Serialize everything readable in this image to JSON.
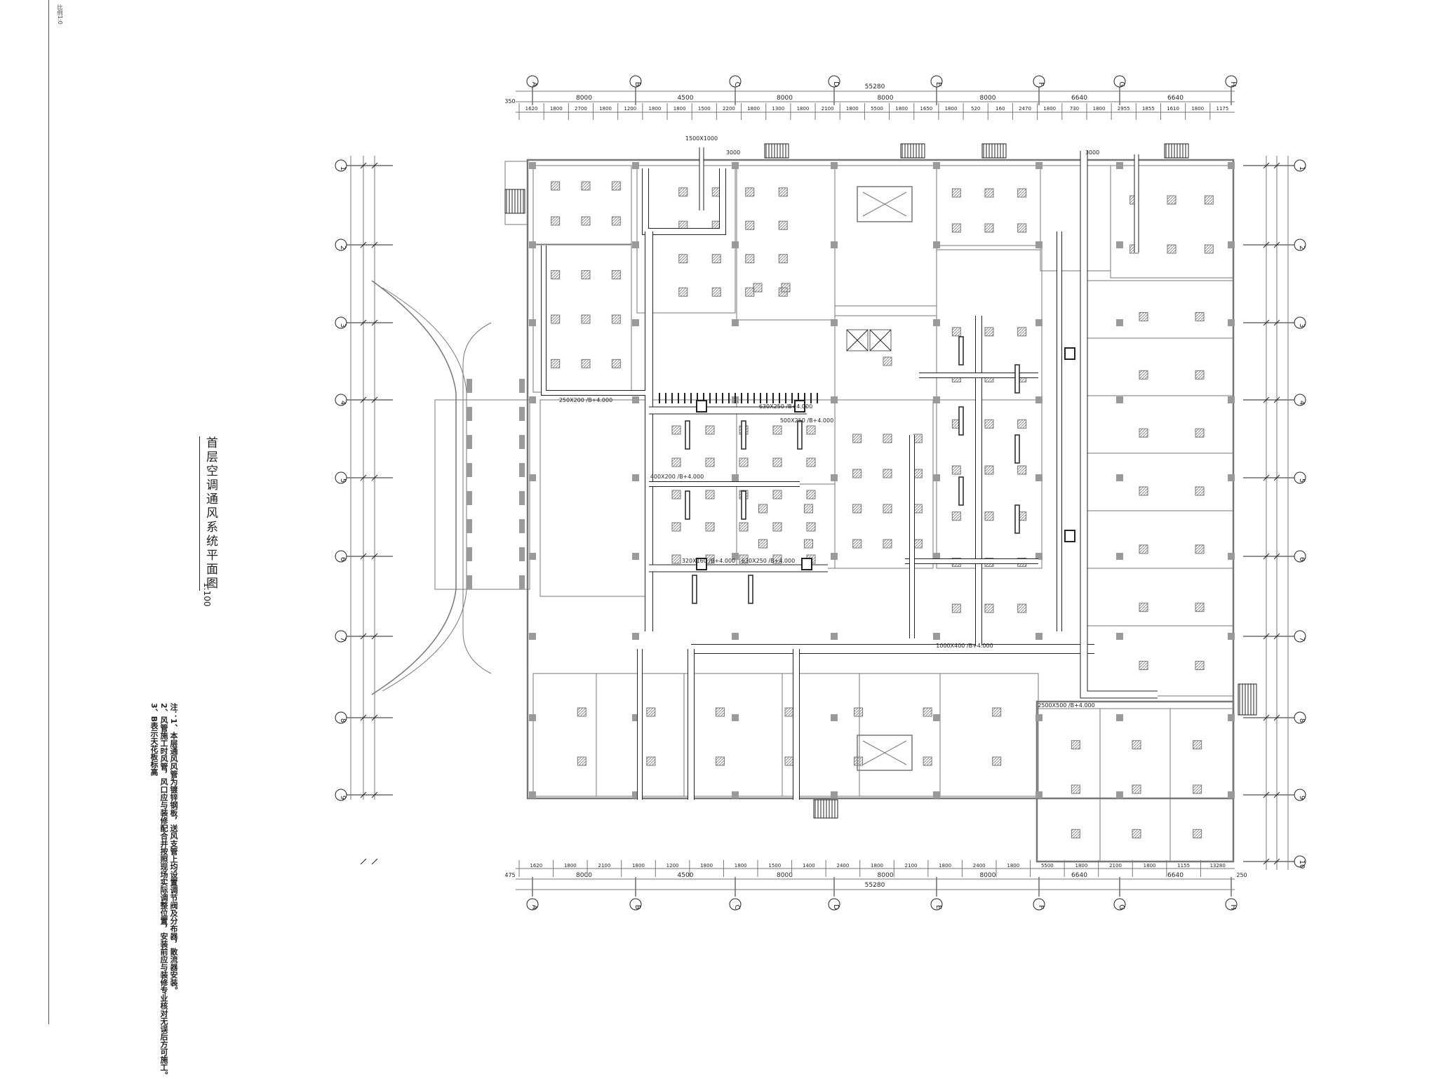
{
  "sheet": {
    "corner_label": "比例1:0",
    "title": "首层空调通风系统平面图",
    "scale": "1:100",
    "notes": [
      "注：1、本层通风风管为镀锌钢板，送风支管上均设置调节阀及分布器，散流器安装。",
      "2、风管施工时风管，风口应与装修配合并按照现场实际调整位置，安装前应与装修专业核对无误后方可施工。",
      "3、B表示天花板标高"
    ]
  },
  "axes": {
    "columns": [
      "A",
      "B",
      "C",
      "D",
      "E",
      "F",
      "G",
      "H"
    ],
    "rows": [
      "1",
      "2",
      "3",
      "4",
      "5",
      "6",
      "7",
      "8",
      "9",
      "10"
    ]
  },
  "dimensions": {
    "top_total": "55280",
    "top_edge_left": "350",
    "top_spans": [
      "8000",
      "4500",
      "8000",
      "8000",
      "8000",
      "6640",
      "6640"
    ],
    "top_details": [
      "1620",
      "1800",
      "2700",
      "1800",
      "1200",
      "1800",
      "1800",
      "1500",
      "2200",
      "1800",
      "1300",
      "1800",
      "2100",
      "1800",
      "5500",
      "1800",
      "1650",
      "1800",
      "520",
      "160",
      "2470",
      "1800",
      "730",
      "1800",
      "2955",
      "1855",
      "1610",
      "1800",
      "1175"
    ],
    "bottom_total": "55280",
    "bottom_edge_left": "475",
    "bottom_edge_right": "250",
    "bottom_spans": [
      "8000",
      "4500",
      "8000",
      "8000",
      "8000",
      "6640",
      "6640"
    ],
    "bottom_details": [
      "1620",
      "1800",
      "2100",
      "1800",
      "1200",
      "1800",
      "1800",
      "1500",
      "1400",
      "2400",
      "1800",
      "2100",
      "1800",
      "2400",
      "1800",
      "5500",
      "1800",
      "2100",
      "1800",
      "1155",
      "13280"
    ]
  },
  "duct_labels": [
    "1500X1000",
    "630X250 /B+4.000",
    "500X250 /B+4.000",
    "320X160 /B+4.000",
    "400X200 /B+4.000",
    "250X200 /B+4.000",
    "630X250 /B+4.000",
    "1000X400 /B+4.000",
    "2500X500 /B+4.000",
    "3000",
    "3000"
  ],
  "colors": {
    "line": "#222222",
    "wall": "#777777",
    "fill": "#9a9a9a"
  }
}
